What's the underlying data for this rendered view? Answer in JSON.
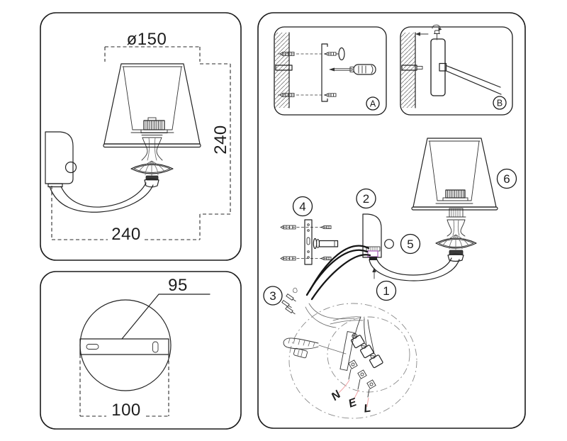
{
  "page": {
    "background": "#ffffff",
    "line_color": "#222222",
    "accent_pink": "#f2a3a6",
    "accent_purple": "#a85cb8"
  },
  "front_view": {
    "shade_diameter": "ø150",
    "height": "240",
    "width": "240"
  },
  "back_view": {
    "bracket_length": "95",
    "base_diameter": "100"
  },
  "installation": {
    "steps": [
      {
        "label": "A"
      },
      {
        "label": "B"
      }
    ],
    "parts": [
      {
        "label": "1"
      },
      {
        "label": "2"
      },
      {
        "label": "3"
      },
      {
        "label": "4"
      },
      {
        "label": "5"
      },
      {
        "label": "6"
      }
    ],
    "wiring": {
      "neutral": "N",
      "earth": "E",
      "live": "L"
    }
  }
}
